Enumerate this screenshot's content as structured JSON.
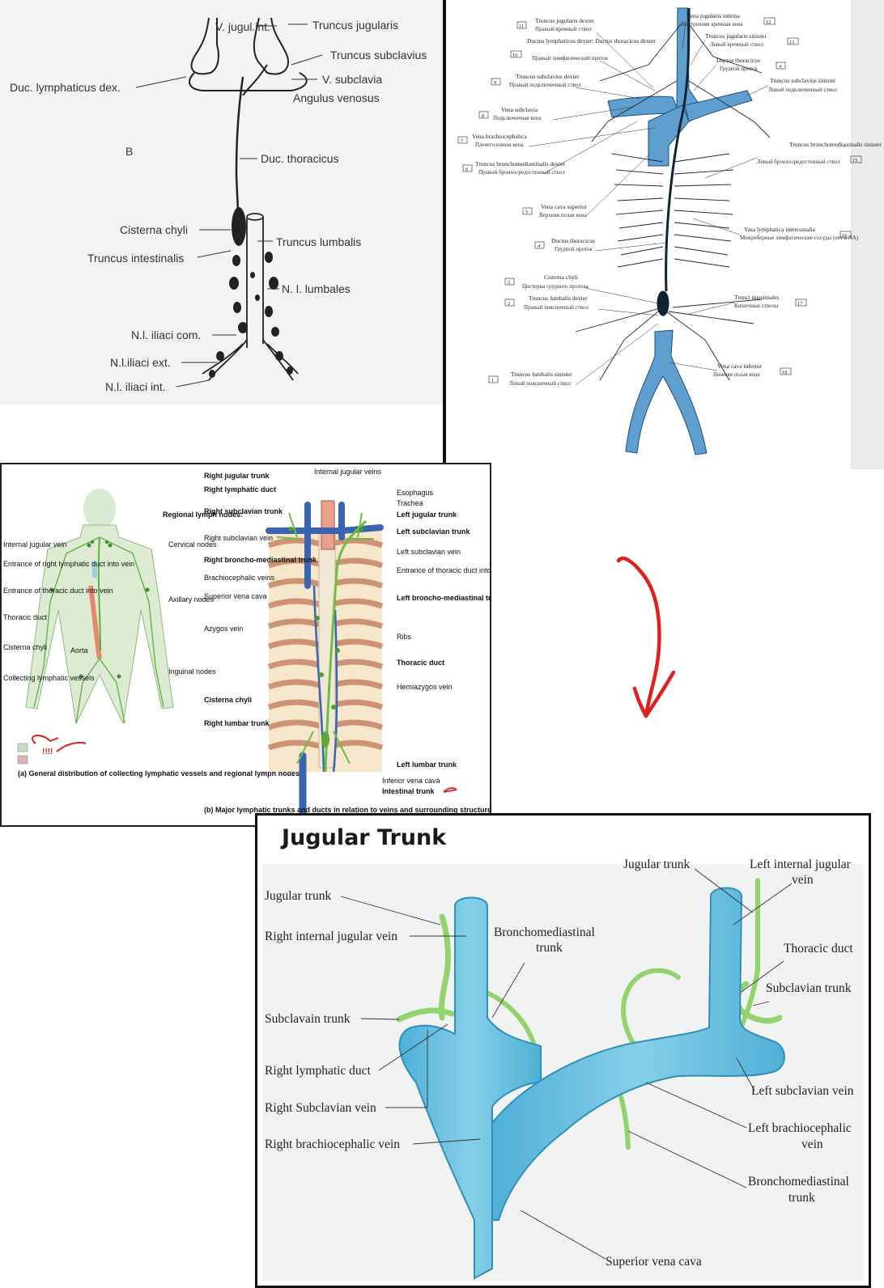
{
  "colors": {
    "vein": "#6fc1dd",
    "vein_dark": "#2f8fb8",
    "lymph": "#93d36e",
    "lymph_dark": "#2e6f2a",
    "annotation_red": "#e02020",
    "blue_vessel": "#3a63b0"
  },
  "panel1": {
    "letter": "B",
    "labels": {
      "v_jugul_int": "V. jugul.int.",
      "truncus_jugularis": "Truncus jugularis",
      "truncus_subclavius": "Truncus subclavius",
      "duc_lymphaticus_dex": "Duc. lymphaticus dex.",
      "v_subclavia": "V. subclavia",
      "angulus_venosus": "Angulus venosus",
      "duc_thoracicus": "Duc. thoracicus",
      "cisterna_chyli": "Cisterna chyli",
      "truncus_lumbalis": "Truncus lumbalis",
      "truncus_intestinalis": "Truncus intestinalis",
      "nl_lumbales": "N. l. lumbales",
      "nl_iliaci_com": "N.l. iliaci com.",
      "nl_iliaci_ext": "N.l.iliaci ext.",
      "nl_iliaci_int": "N.l. iliaci int."
    }
  },
  "panel2": {
    "labels": [
      {
        "num": "11",
        "lat": "Truncus jugularis dexter",
        "ru": "Правый яремный ствол"
      },
      {
        "num": "10",
        "lat": "Ductus lymphaticus dexter; Ductus thoracicus dexter",
        "ru": "Правый лимфатический проток"
      },
      {
        "num": "9",
        "lat": "Truncus subclavius dexter",
        "ru": "Правый подключичный ствол"
      },
      {
        "num": "8",
        "lat": "Vena subclavia",
        "ru": "Подключичная вена"
      },
      {
        "num": "7",
        "lat": "Vena brachiocephalica",
        "ru": "Плечеголовная вена"
      },
      {
        "num": "6",
        "lat": "Truncus bronchomediastinalis dexter",
        "ru": "Правый бронхосредостенный ствол"
      },
      {
        "num": "5",
        "lat": "Vena cava superior",
        "ru": "Верхняя полая вена"
      },
      {
        "num": "4",
        "lat": "Ductus thoracicus",
        "ru": "Грудной проток"
      },
      {
        "num": "3",
        "lat": "Cisterna chyli",
        "ru": "Цистерна грудного протока"
      },
      {
        "num": "2",
        "lat": "Truncus lumbalis dexter",
        "ru": "Правый поясничный ствол"
      },
      {
        "num": "1",
        "lat": "Truncus lumbalis sinister",
        "ru": "Левый поясничный ствол"
      },
      {
        "num": "12",
        "lat": "Vena jugularis interna",
        "ru": "Внутренняя яремная вена"
      },
      {
        "num": "13",
        "lat": "Truncus jugularis sinister",
        "ru": "Левый яремный ствол"
      },
      {
        "num": "4",
        "lat": "Ductus thoracicus",
        "ru": "Грудной проток"
      },
      {
        "num": "",
        "lat": "Truncus subclavius sinister",
        "ru": "Левый подключичный ствол"
      },
      {
        "num": "15",
        "lat": "Truncus bronchomediastinalis sinister",
        "ru": "Левый бронхосредостенный ствол"
      },
      {
        "num": "16",
        "lat": "Vasa lymphatica intercostalia",
        "ru": "Межреберные лимфатические сосуды (нет в NA)"
      },
      {
        "num": "17",
        "lat": "Trunci intestinales",
        "ru": "Кишечные стволы"
      },
      {
        "num": "18",
        "lat": "Vena cava inferior",
        "ru": "Нижняя полая вена"
      }
    ]
  },
  "panel3": {
    "left": {
      "regional_title": "Regional lymph nodes:",
      "cervical": "Cervical nodes",
      "axillary": "Axillary nodes",
      "inguinal": "Inguinal nodes",
      "internal_jugular": "Internal jugular vein",
      "entrance_right": "Entrance of right lymphatic duct into vein",
      "entrance_thoracic": "Entrance of thoracic duct into vein",
      "thoracic_duct": "Thoracic duct",
      "cisterna": "Cisterna chyli",
      "aorta": "Aorta",
      "collecting": "Collecting lymphatic vessels",
      "annot": "!!!!",
      "caption_a": "(a) General distribution of collecting lymphatic vessels and regional lymph nodes."
    },
    "right": {
      "right_jugular_trunk": "Right jugular trunk",
      "internal_jugular_veins": "Internal jugular veins",
      "right_lymphatic_duct": "Right lymphatic duct",
      "right_subclavian_trunk": "Right subclavian trunk",
      "right_subclavian_vein": "Right subclavian vein",
      "right_broncho": "Right broncho-mediastinal trunk",
      "brachiocephalic": "Brachiocephalic veins",
      "svc": "Superior vena cava",
      "azygos": "Azygos vein",
      "cisterna": "Cisterna chyli",
      "right_lumbar": "Right lumbar trunk",
      "esophagus": "Esophagus",
      "trachea": "Trachea",
      "left_jugular": "Left jugular trunk",
      "left_subclavian_trunk": "Left subclavian trunk",
      "left_subclavian_vein": "Left subclavian vein",
      "entrance_thoracic": "Entrance of thoracic duct into vein",
      "left_broncho": "Left broncho-mediastinal trunk",
      "ribs": "Ribs",
      "thoracic_duct": "Thoracic duct",
      "hemiazygos": "Hemiazygos vein",
      "left_lumbar": "Left lumbar trunk",
      "ivc": "Inferior vena cava",
      "intestinal": "Intestinal trunk",
      "caption_b": "(b) Major lymphatic trunks and ducts in relation to veins and surrounding structures."
    }
  },
  "panel4": {
    "title": "Jugular Trunk",
    "labels": {
      "jugular_trunk_left": "Jugular trunk",
      "right_internal_jugular": "Right internal jugular vein",
      "subclavain_trunk": "Subclavain trunk",
      "right_lymphatic_duct": "Right lymphatic duct",
      "right_subclavian_vein": "Right Subclavian vein",
      "right_brachiocephalic": "Right brachiocephalic vein",
      "broncho_top_1": "Bronchomediastinal",
      "broncho_top_2": "trunk",
      "jugular_trunk_right": "Jugular trunk",
      "left_internal_jugular_1": "Left internal jugular",
      "left_internal_jugular_2": "vein",
      "thoracic_duct": "Thoracic duct",
      "subclavian_trunk": "Subclavian trunk",
      "left_subclavian_vein": "Left subclavian vein",
      "left_brachiocephalic_1": "Left brachiocephalic",
      "left_brachiocephalic_2": "vein",
      "broncho_bottom_1": "Bronchomediastinal",
      "broncho_bottom_2": "trunk",
      "svc": "Superior vena cava"
    }
  }
}
